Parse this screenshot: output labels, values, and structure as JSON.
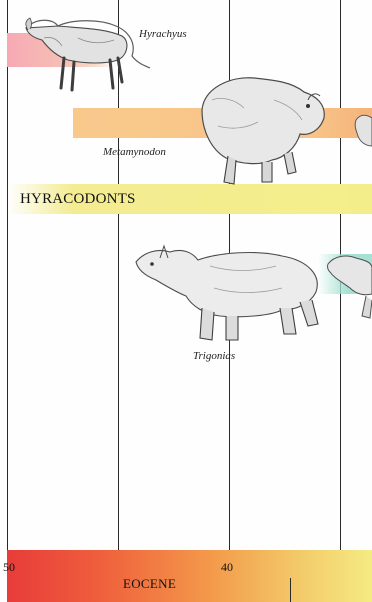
{
  "labels": {
    "hyrachyus": "Hyrachyus",
    "metamynodon": "Metamynodon",
    "trigonias": "Trigonias",
    "group": "HYRACODONTS"
  },
  "timeline": {
    "tick_50": "50",
    "tick_40": "40",
    "epoch": "EOCENE"
  },
  "colors": {
    "band_pink": "#f6b3bd",
    "band_orange": "#f9c88f",
    "band_yellow": "#f5ef8c",
    "band_teal": "#9fe0d2",
    "bar_red": "#e84c3a",
    "bar_orange": "#f5a34b",
    "bar_yellow": "#f4eb7e"
  },
  "icons": {
    "hyrachyus": "hyrachyus-illustration",
    "metamynodon": "metamynodon-illustration",
    "trigonias": "trigonias-illustration",
    "edge_animal_1": "partial-animal-illustration",
    "edge_animal_2": "partial-animal-illustration"
  }
}
